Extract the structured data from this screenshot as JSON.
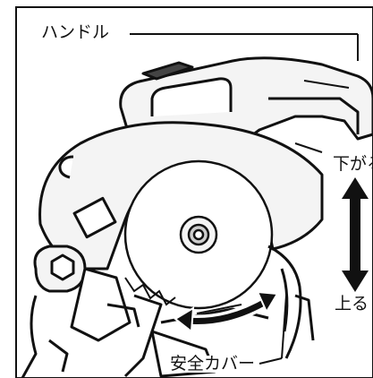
{
  "labels": {
    "handle": "ハンドル",
    "down": "下がる",
    "up": "上る",
    "safety_cover": "安全カバー"
  },
  "colors": {
    "line": "#111111",
    "background": "#ffffff",
    "tool_fill": "#f2f2f2",
    "arrow_fill": "#111111"
  },
  "icons": {
    "vertical_arrow": "double-headed-vertical-arrow",
    "rotation_arrow": "curved-double-headed-arrow"
  }
}
